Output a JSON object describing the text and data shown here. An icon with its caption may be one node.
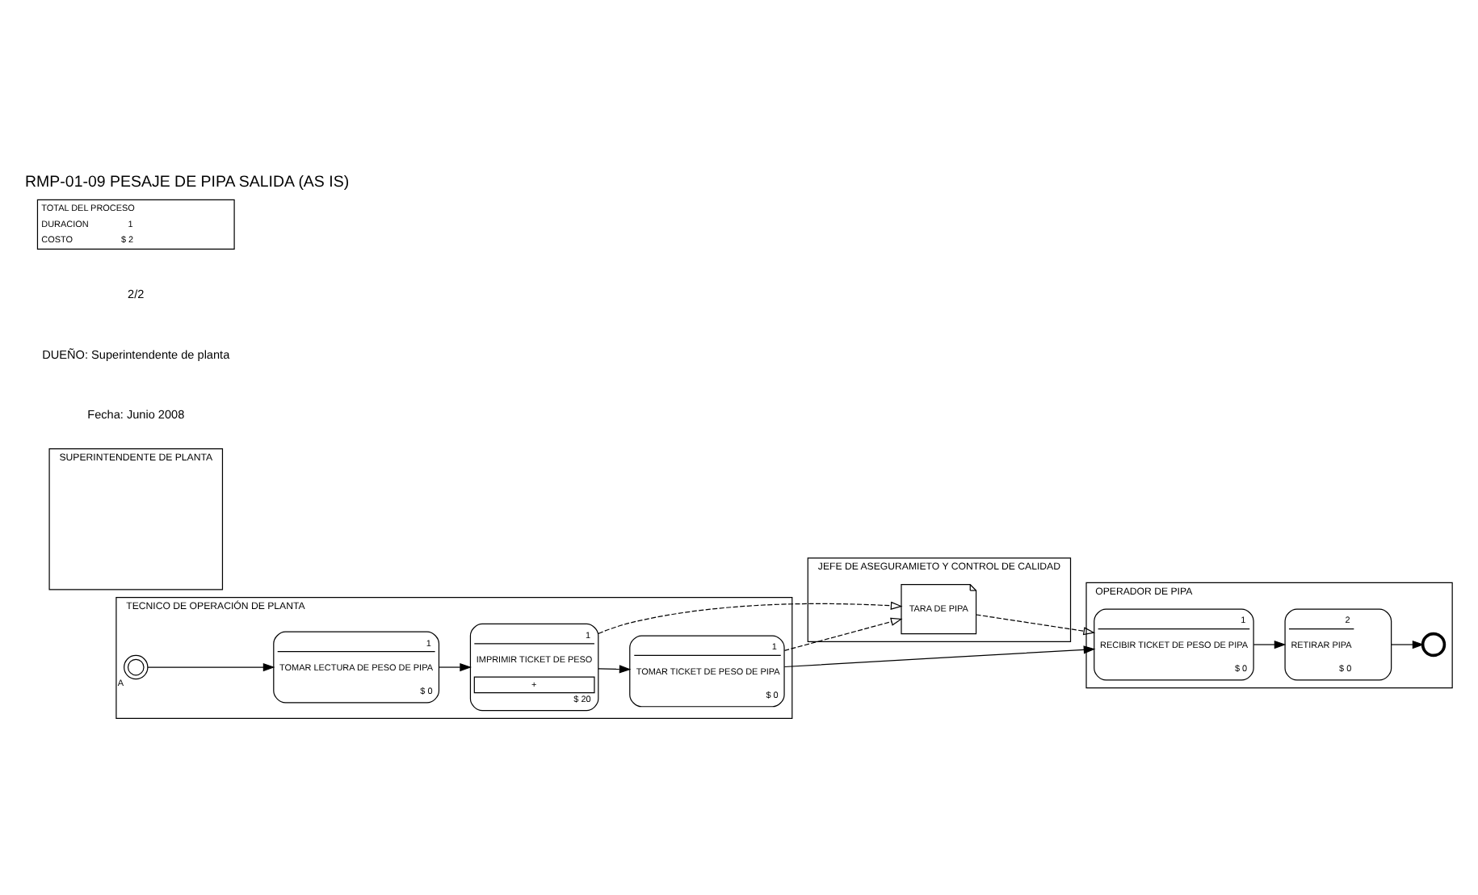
{
  "diagram": {
    "title": "RMP-01-09 PESAJE DE PIPA SALIDA (AS IS)",
    "nodes": [
      {
        "text": [
          "TECNICO DE OPERACIÓN DE PLANTA"
        ]
      },
      {
        "text": [],
        "shape": "circle",
        "beside": [
          "A"
        ],
        "in": 0
      },
      {
        "text": [
          "1",
          "TOMAR LECTURA DE PESO DE PIPA",
          "$ 0"
        ],
        "in": 0
      },
      {
        "text": [
          "1",
          "IMPRIMIR TICKET DE PESO",
          "+",
          "$ 20"
        ],
        "in": 0
      },
      {
        "text": [
          "1",
          "TOMAR TICKET DE PESO DE PIPA",
          "$ 0"
        ],
        "in": 0
      },
      {
        "text": [
          "SUPERINTENDENTE DE PLANTA"
        ]
      },
      {
        "text": [
          "JEFE DE ASEGURAMIETO Y CONTROL DE CALIDAD"
        ]
      },
      {
        "text": [
          "TARA DE PIPA"
        ],
        "in": 6
      },
      {
        "text": [
          "OPERADOR DE PIPA"
        ]
      },
      {
        "text": [
          "1",
          "RECIBIR TICKET DE PESO DE PIPA",
          "$ 0"
        ],
        "in": 8
      },
      {
        "text": [
          "2",
          "RETIRAR PIPA",
          "$ 0"
        ],
        "in": 8
      },
      {
        "text": [],
        "shape": "circle",
        "in": 8
      }
    ],
    "edges": [
      {
        "from": 1,
        "to": 2,
        "arrow": "to"
      },
      {
        "from": 2,
        "to": 3,
        "arrow": "to"
      },
      {
        "from": 3,
        "to": 4,
        "arrow": "to"
      },
      {
        "from": 3,
        "to": 7,
        "arrow": "to",
        "style": "dashed"
      },
      {
        "from": 4,
        "to": 7,
        "arrow": "to",
        "style": "dashed"
      },
      {
        "from": 4,
        "to": 9,
        "arrow": "to"
      },
      {
        "from": 7,
        "to": 9,
        "arrow": "to",
        "style": "dashed"
      },
      {
        "from": 9,
        "to": 10,
        "arrow": "to"
      },
      {
        "from": 10,
        "to": 11,
        "arrow": "to"
      }
    ],
    "labels": [
      "2/2",
      "DUEÑO: Superintendente de planta",
      "Fecha: Junio 2008",
      "TOTAL DEL PROCESO",
      "DURACION",
      "1",
      "COSTO",
      "$ 2"
    ]
  }
}
